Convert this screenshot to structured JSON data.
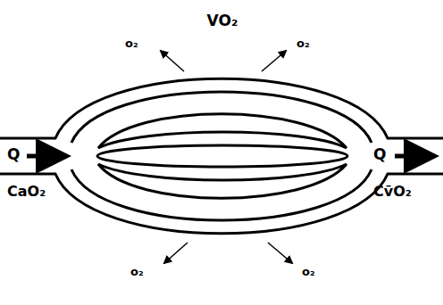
{
  "diagram": {
    "labels": [
      "VO₂",
      "o₂",
      "o₂",
      "o₂",
      "o₂",
      "Q",
      "Q",
      "CaO₂",
      "Cv̄O₂"
    ]
  }
}
